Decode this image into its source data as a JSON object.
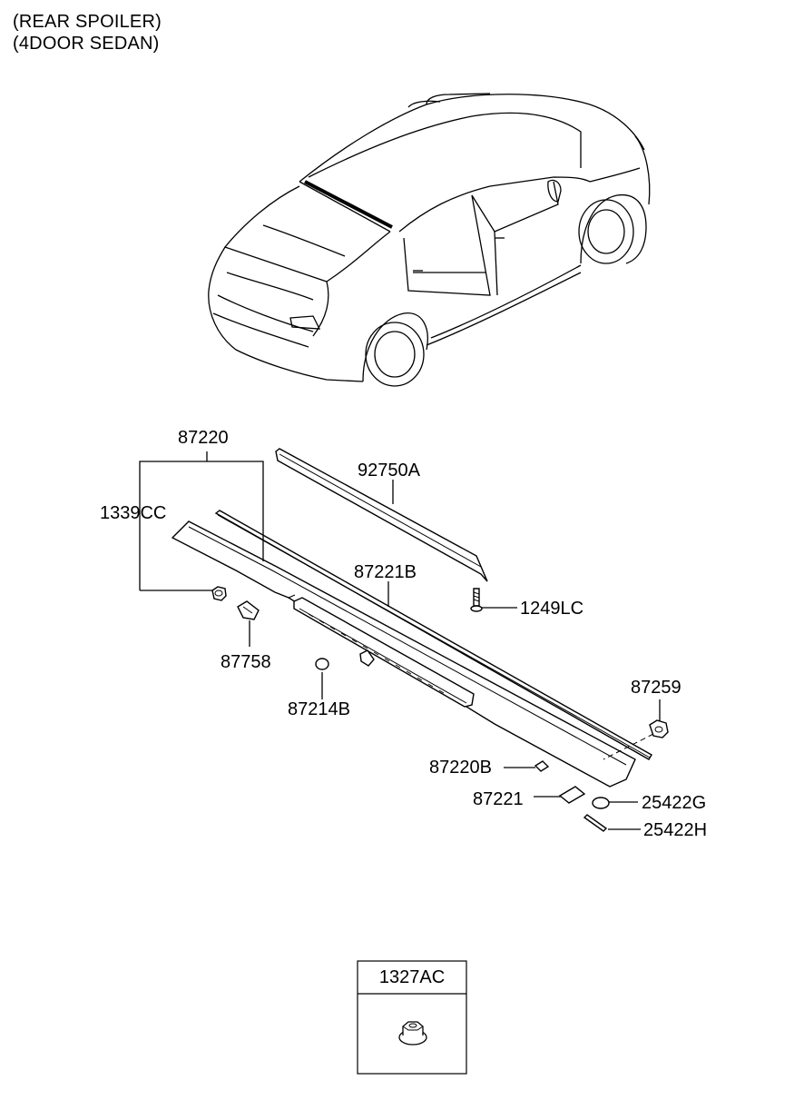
{
  "header": {
    "line1": "(REAR SPOILER)",
    "line2": "(4DOOR SEDAN)"
  },
  "callouts": {
    "p87220": "87220",
    "p92750A": "92750A",
    "p1339CC": "1339CC",
    "p87221B": "87221B",
    "p1249LC": "1249LC",
    "p87758": "87758",
    "p87214B": "87214B",
    "p87259": "87259",
    "p87220B": "87220B",
    "p87221": "87221",
    "p25422G": "25422G",
    "p25422H": "25422H"
  },
  "legend_box": {
    "part_no": "1327AC",
    "icon": "hex-flange-nut-icon"
  }
}
